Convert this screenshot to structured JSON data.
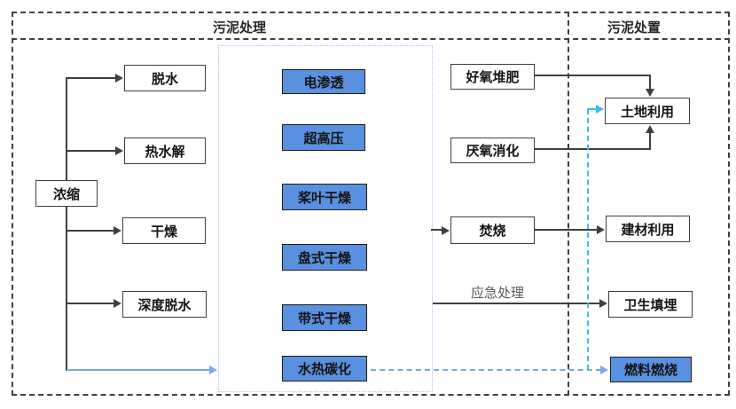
{
  "headers": {
    "treatment": "污泥处理",
    "disposal": "污泥处置"
  },
  "nodes": {
    "nongsuo": {
      "label": "浓缩"
    },
    "tuoshui": {
      "label": "脱水"
    },
    "reshuijie": {
      "label": "热水解"
    },
    "ganzao": {
      "label": "干燥"
    },
    "shendutuoshui": {
      "label": "深度脱水"
    },
    "dianshentou": {
      "label": "电渗透"
    },
    "chaogaoya": {
      "label": "超高压"
    },
    "jiangyeganzao": {
      "label": "桨叶干燥"
    },
    "panshiganzao": {
      "label": "盘式干燥"
    },
    "daishiganzao": {
      "label": "带式干燥"
    },
    "shuiretanhua": {
      "label": "水热碳化"
    },
    "haoyangduifei": {
      "label": "好氧堆肥"
    },
    "yanyangxiaohua": {
      "label": "厌氧消化"
    },
    "fenshao": {
      "label": "焚烧"
    },
    "tudiliyong": {
      "label": "土地利用"
    },
    "jiancailiyong": {
      "label": "建材利用"
    },
    "weishengtianmai": {
      "label": "卫生填埋"
    },
    "ranliaoranshao": {
      "label": "燃料燃烧"
    }
  },
  "edge_labels": {
    "emergency": "应急处理"
  },
  "colors": {
    "node-blue": "#5a90e0",
    "line-dark": "#3f3f3f",
    "dash-blue": "#7ba7f0",
    "dash-cyan": "#3bbcee",
    "muted-text": "#595959",
    "dotted-border": "#9fc5f8"
  }
}
